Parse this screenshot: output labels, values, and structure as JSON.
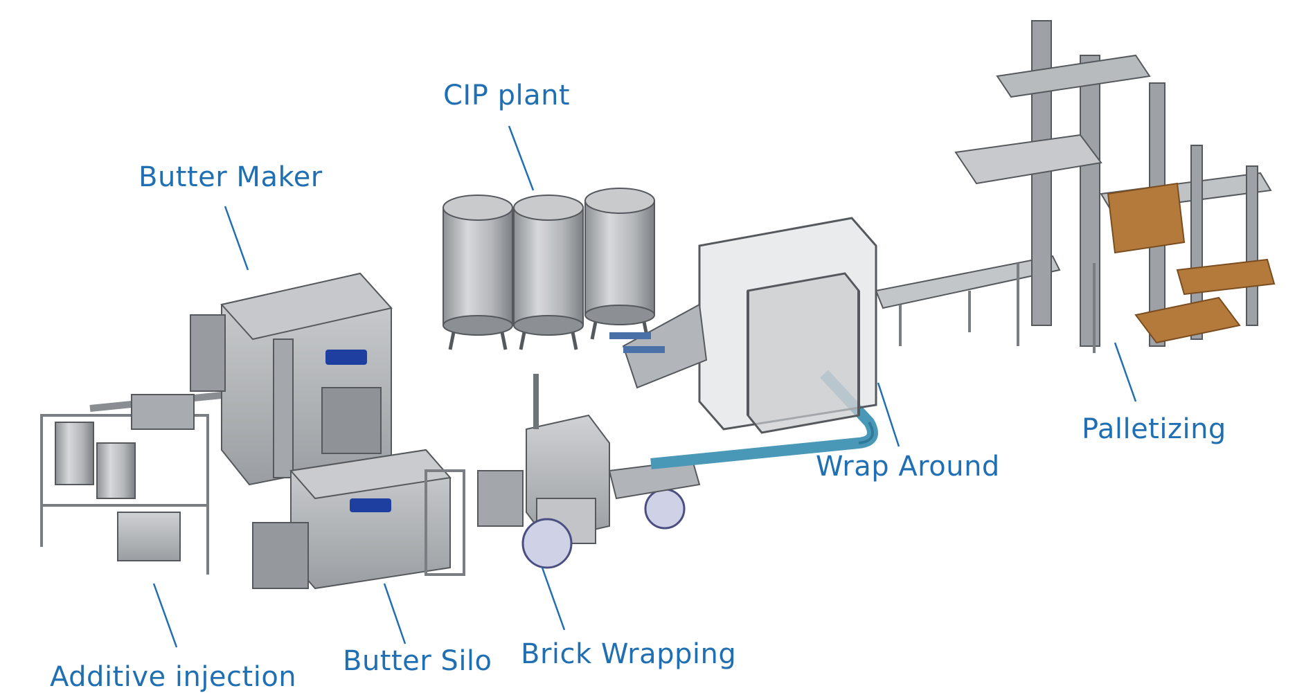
{
  "labels": {
    "cip_plant": "CIP plant",
    "butter_maker": "Butter Maker",
    "palletizing": "Palletizing",
    "wrap_around": "Wrap Around",
    "brick_wrapping": "Brick Wrapping",
    "butter_silo": "Butter Silo",
    "additive_injection": "Additive injection"
  },
  "colors": {
    "label_blue": "#1f6fb2",
    "machine_gray": "#b9bcc0",
    "machine_dark": "#6f7479",
    "conveyor_teal": "#4a98b8",
    "pallet_brown": "#b47a3c",
    "logo_blue": "#1e3fa0"
  }
}
